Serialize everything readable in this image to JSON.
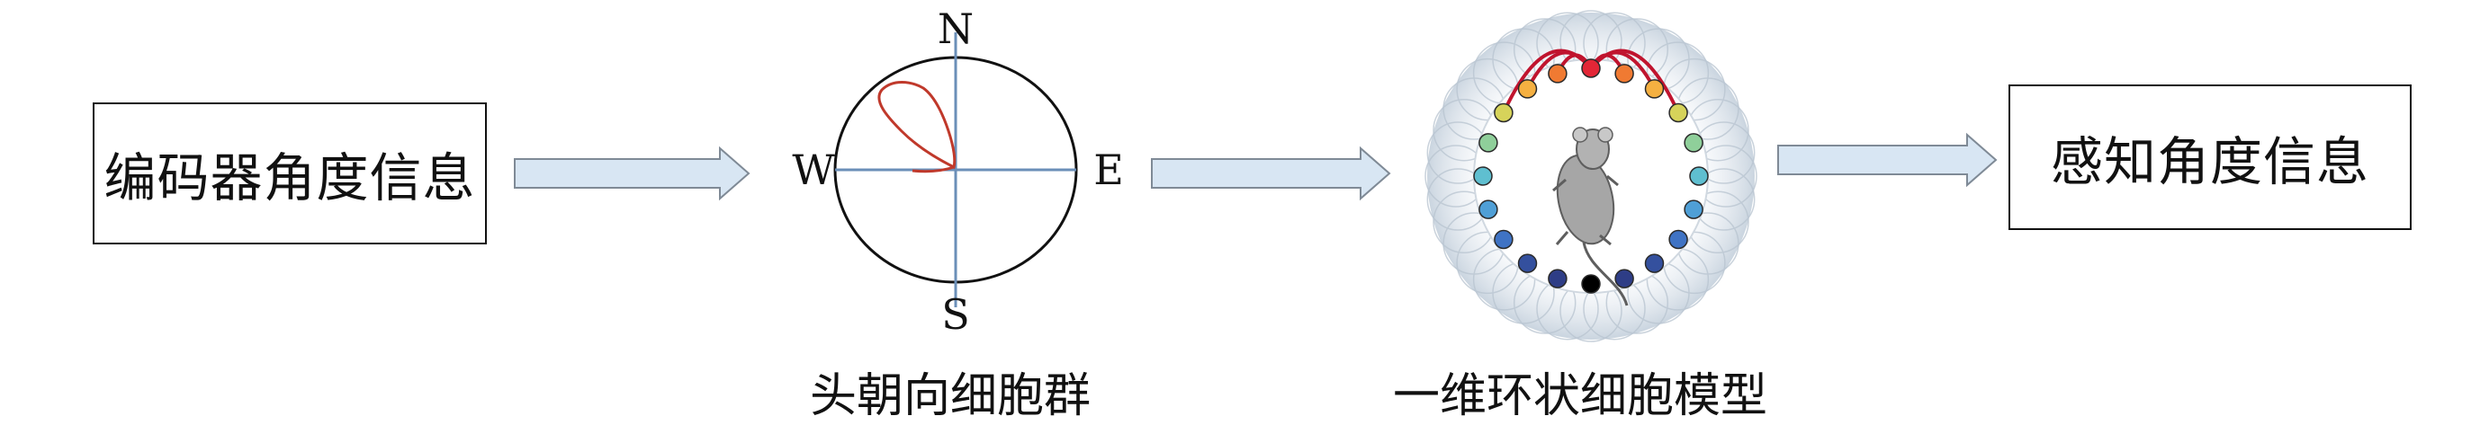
{
  "encoder_box": {
    "text": "编码器角度信息"
  },
  "output_box": {
    "text": "感知角度信息"
  },
  "head_direction": {
    "label": "头朝向细胞群",
    "compass": {
      "north": "N",
      "south": "S",
      "west": "W",
      "east": "E"
    }
  },
  "ring_model": {
    "label": "一维环状细胞模型"
  },
  "colors": {
    "arrow_fill": "#d8e6f3",
    "arrow_stroke": "#7f8a96",
    "compass_axis": "#6b8fb8",
    "tuning_curve": "#c0392b",
    "ring_connection": "#c0142e"
  }
}
